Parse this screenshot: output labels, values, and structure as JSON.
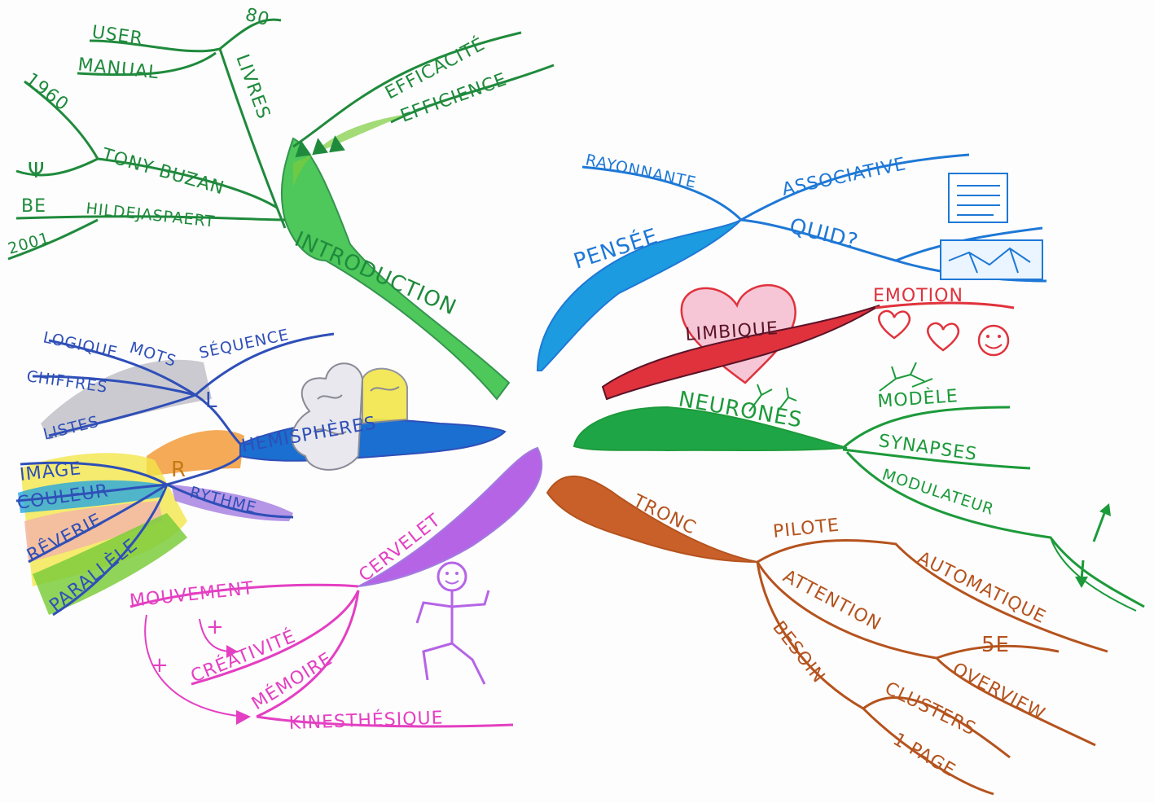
{
  "colors": {
    "introduction": "#1f8a3c",
    "introduction_fill": "#3cc24a",
    "pensee": "#1e78d6",
    "pensee_fill": "#1c9be0",
    "limbique": "#e0323c",
    "limbique_dark": "#5a1428",
    "heart_fill": "#f6c6d6",
    "neurones": "#1c9a3a",
    "tronc": "#b5531e",
    "cervelet": "#e43fc2",
    "cervelet_fill": "#b564e6",
    "hemispheres": "#2f4fb8",
    "hemi_fill": "#1a6fd0",
    "gray": "#a9a9b2",
    "orange": "#f29b3a",
    "yellow": "#f3e64a",
    "pink_soft": "#f2b7a8",
    "green_fill": "#7ccc3c",
    "purple_soft": "#a27be0",
    "cyan": "#27a7e0"
  },
  "introduction": {
    "label": "INTRODUCTION",
    "user_manual_1": "USER",
    "user_manual_2": "MANUAL",
    "books_count": "80",
    "livres": "LIVRES",
    "efficacite": "EFFICACITÉ",
    "efficience": "EFFICIENCE",
    "year_1960": "1960",
    "psi": "Ψ",
    "tony_buzan": "TONY BUZAN",
    "be": "BE",
    "hilde": "HILDEJASPAERT",
    "year_2001": "2001",
    "arrows": "▲▲▲"
  },
  "pensee": {
    "label": "PENSÉE",
    "rayonnante": "RAYONNANTE",
    "associative": "ASSOCIATIVE",
    "quid": "QUID?"
  },
  "limbique": {
    "label": "LIMBIQUE",
    "emotion": "EMOTION"
  },
  "neurones": {
    "label": "NEURONES",
    "modele": "MODÈLE",
    "synapses": "SYNAPSES",
    "modulateur": "MODULATEUR"
  },
  "tronc": {
    "label": "TRONC",
    "pilote": "PILOTE",
    "automatique": "AUTOMATIQUE",
    "attention": "ATTENTION",
    "five_e": "5E",
    "overview": "OVERVIEW",
    "besoin": "BESOIN",
    "clusters": "CLUSTERS",
    "one_page": "1 PAGE"
  },
  "cervelet": {
    "label": "CERVELET",
    "mouvement": "MOUVEMENT",
    "creativite": "CRÉATIVITÉ",
    "memoire": "MÉMOIRE",
    "kinesthesique": "KINESTHÉSIQUE",
    "plus": "+"
  },
  "hemispheres": {
    "label": "HEMISPHÈRES",
    "left_letter": "L",
    "right_letter": "R",
    "sequence": "SÉQUENCE",
    "mots": "MOTS",
    "logique": "LOGIQUE",
    "chiffres": "CHIFFRES",
    "listes": "LISTES",
    "image": "IMAGE",
    "couleur": "COULEUR",
    "reverie": "RÊVERIE",
    "parallele": "PARALLÈLE",
    "rythme": "RYTHME"
  }
}
